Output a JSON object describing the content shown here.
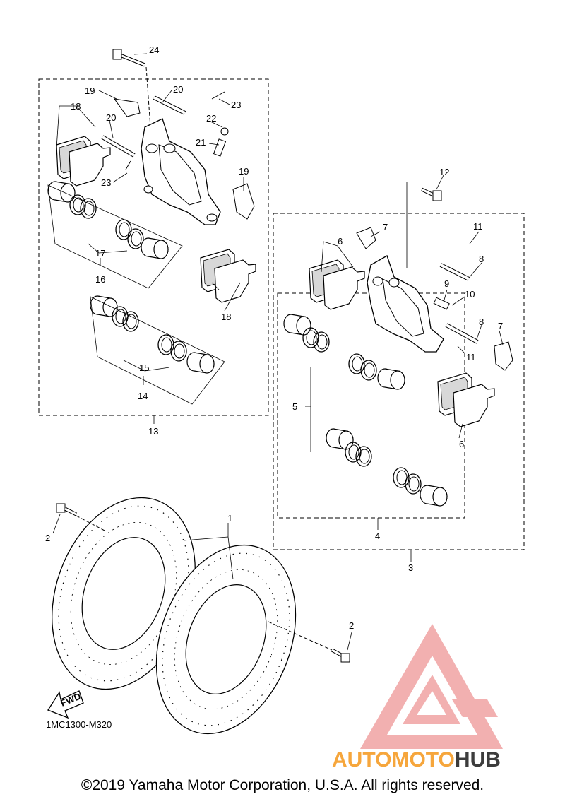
{
  "diagram": {
    "callouts": [
      "1",
      "2",
      "2",
      "3",
      "4",
      "5",
      "6",
      "6",
      "7",
      "7",
      "8",
      "8",
      "9",
      "10",
      "11",
      "11",
      "12",
      "13",
      "14",
      "15",
      "16",
      "17",
      "18",
      "18",
      "19",
      "19",
      "20",
      "20",
      "21",
      "22",
      "23",
      "23",
      "24"
    ],
    "fwd_label": "FWD",
    "diagram_code": "1MC1300-M320"
  },
  "watermark": {
    "brand_part1": "AUTOMOTO",
    "brand_part2": "HUB",
    "colors": {
      "logo": "#f0a3a3",
      "text_orange": "#f6a63c",
      "text_dark": "#3c3c3c"
    }
  },
  "footer": {
    "copyright": "©2019 Yamaha Motor Corporation, U.S.A. All rights reserved."
  }
}
